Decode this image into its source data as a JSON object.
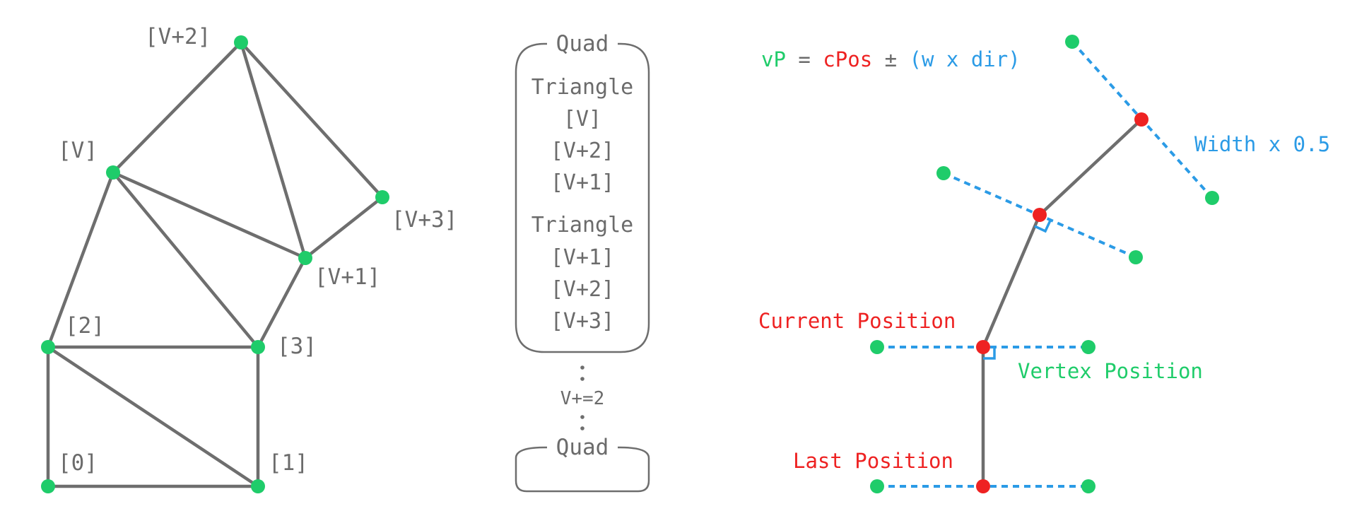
{
  "colors": {
    "edge": "#6e6e6e",
    "vertex": "#1fcc6a",
    "position": "#ee2222",
    "offset": "#2b9be6",
    "text": "#6b6b6b"
  },
  "mesh": {
    "labels": {
      "v": "[V]",
      "v2": "[V+2]",
      "v3": "[V+3]",
      "v1": "[V+1]",
      "i2": "[2]",
      "i3": "[3]",
      "i0": "[0]",
      "i1": "[1]"
    }
  },
  "quad": {
    "title": "Quad",
    "triangle1": {
      "title": "Triangle",
      "indices": [
        "[V]",
        "[V+2]",
        "[V+1]"
      ]
    },
    "triangle2": {
      "title": "Triangle",
      "indices": [
        "[V+1]",
        "[V+2]",
        "[V+3]"
      ]
    },
    "increment": "V+=2",
    "next_title": "Quad"
  },
  "line_expansion": {
    "formula": {
      "vp": "vP",
      "eq": " = ",
      "cpos": "cPos",
      "pm": " ± ",
      "expr": "(w x dir)"
    },
    "width_label": "Width x 0.5",
    "current_label": "Current Position",
    "vertex_label": "Vertex Position",
    "last_label": "Last Position"
  }
}
